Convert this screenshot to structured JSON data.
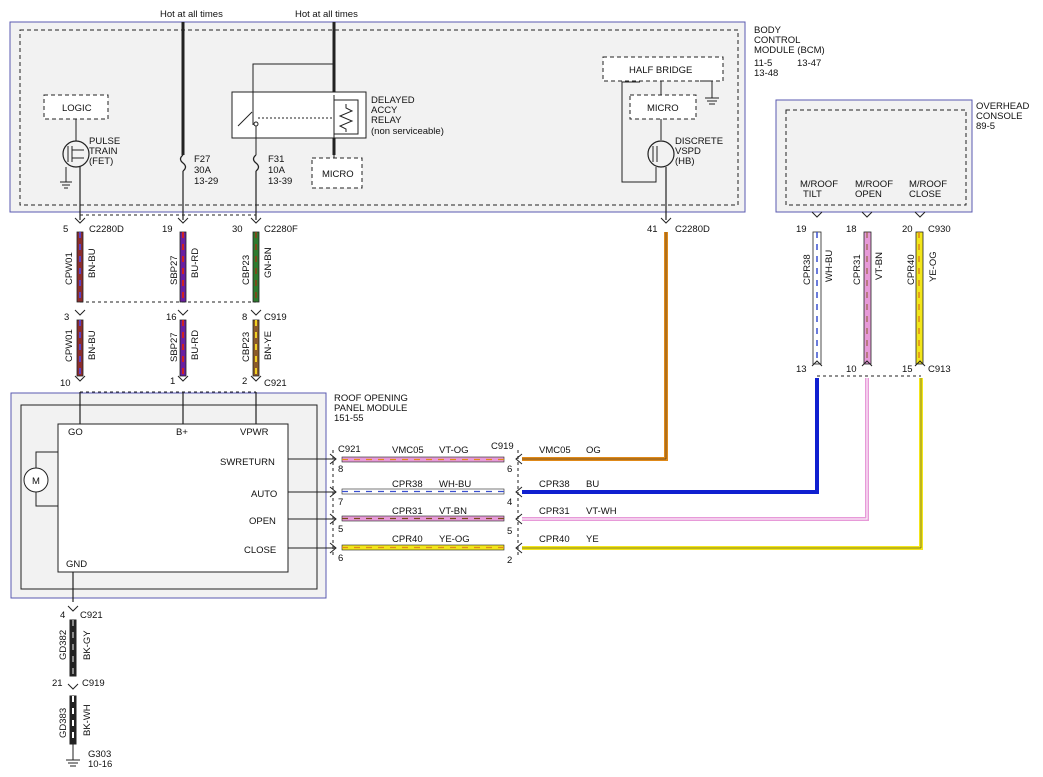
{
  "hot1": "Hot at all times",
  "hot2": "Hot at all times",
  "bcm": {
    "l1": "BODY",
    "l2": "CONTROL",
    "l3": "MODULE (BCM)",
    "l4a": "11-5",
    "l4b": "13-47",
    "l5": "13-48"
  },
  "logic": "LOGIC",
  "pulse": {
    "l1": "PULSE",
    "l2": "TRAIN",
    "l3": "(FET)"
  },
  "relay": {
    "l1": "DELAYED",
    "l2": "ACCY",
    "l3": "RELAY",
    "l4": "(non serviceable)"
  },
  "micro1": "MICRO",
  "half_bridge": "HALF BRIDGE",
  "micro2": "MICRO",
  "discrete": {
    "l1": "DISCRETE",
    "l2": "VSPD",
    "l3": "(HB)"
  },
  "f27": {
    "name": "F27",
    "amp": "30A",
    "ref": "13-29"
  },
  "f31": {
    "name": "F31",
    "amp": "10A",
    "ref": "13-39"
  },
  "overhead": {
    "l1": "OVERHEAD",
    "l2": "CONSOLE",
    "l3": "89-5"
  },
  "moroof": {
    "tilt1": "M/ROOF",
    "tilt2": "TILT",
    "open1": "M/ROOF",
    "open2": "OPEN",
    "close1": "M/ROOF",
    "close2": "CLOSE"
  },
  "conn": {
    "c2280d_a": "C2280D",
    "c2280f": "C2280F",
    "c2280d_b": "C2280D",
    "c930": "C930",
    "c919a": "C919",
    "c921a": "C921",
    "c913": "C913",
    "c921b": "C921",
    "c919b": "C919",
    "c921c": "C921",
    "c919c": "C919"
  },
  "pins": {
    "p5": "5",
    "p19": "19",
    "p30": "30",
    "p41": "41",
    "p19b": "19",
    "p18": "18",
    "p20": "20",
    "p3": "3",
    "p16": "16",
    "p8": "8",
    "p10": "10",
    "p1": "1",
    "p2": "2",
    "p13": "13",
    "p10b": "10",
    "p15": "15",
    "r8": "8",
    "r7": "7",
    "r5": "5",
    "r6": "6",
    "s6": "6",
    "s4": "4",
    "s5": "5",
    "s2": "2",
    "g4": "4",
    "g21": "21"
  },
  "wires_top": [
    {
      "circuit": "CPW01",
      "color": "BN-BU"
    },
    {
      "circuit": "SBP27",
      "color": "BU-RD"
    },
    {
      "circuit": "CBP23",
      "color": "GN-BN"
    }
  ],
  "wires_mid": [
    {
      "circuit": "CPW01",
      "color": "BN-BU"
    },
    {
      "circuit": "SBP27",
      "color": "BU-RD"
    },
    {
      "circuit": "CBP23",
      "color": "BN-YE"
    }
  ],
  "wires_over": [
    {
      "circuit": "CPR38",
      "color": "WH-BU"
    },
    {
      "circuit": "CPR31",
      "color": "VT-BN"
    },
    {
      "circuit": "CPR40",
      "color": "YE-OG"
    }
  ],
  "roof_module": {
    "l1": "ROOF OPENING",
    "l2": "PANEL MODULE",
    "l3": "151-55"
  },
  "module_pins": {
    "go": "GO",
    "bplus": "B+",
    "vpwr": "VPWR",
    "swreturn": "SWRETURN",
    "auto": "AUTO",
    "open": "OPEN",
    "close": "CLOSE",
    "gnd": "GND"
  },
  "motor": "M",
  "horiz": [
    {
      "c1": "VMC05",
      "col1": "VT-OG",
      "c2": "VMC05",
      "col2": "OG"
    },
    {
      "c1": "CPR38",
      "col1": "WH-BU",
      "c2": "CPR38",
      "col2": "BU"
    },
    {
      "c1": "CPR31",
      "col1": "VT-BN",
      "c2": "CPR31",
      "col2": "VT-WH"
    },
    {
      "c1": "CPR40",
      "col1": "YE-OG",
      "c2": "CPR40",
      "col2": "YE"
    }
  ],
  "ground_wires": [
    {
      "circuit": "GD382",
      "color": "BK-GY"
    },
    {
      "circuit": "GD383",
      "color": "BK-WH"
    }
  ],
  "ground": {
    "name": "G303",
    "ref": "10-16"
  }
}
